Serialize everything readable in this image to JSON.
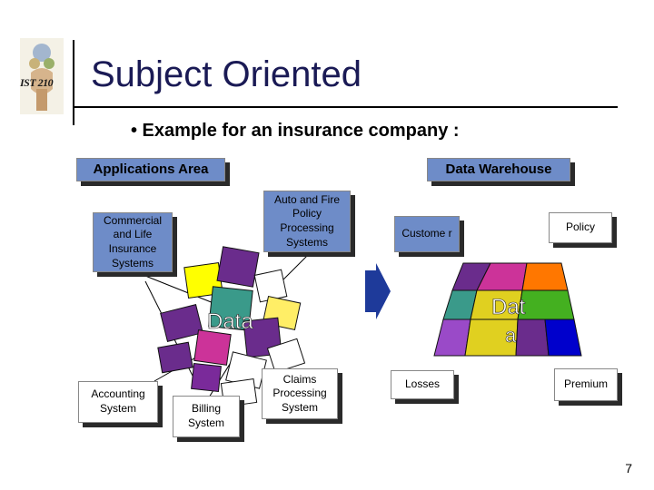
{
  "header": {
    "logo_text": "IST 210",
    "title": "Subject Oriented",
    "subtitle": "• Example for an insurance company :"
  },
  "applications": {
    "area_label": "Applications Area",
    "commercial": "Commercial and Life Insurance Systems",
    "auto_fire": "Auto and Fire Policy Processing Systems",
    "accounting": "Accounting System",
    "billing": "Billing System",
    "claims": "Claims Processing System",
    "data_label": "Data"
  },
  "warehouse": {
    "area_label": "Data Warehouse",
    "customer": "Custome r",
    "policy": "Policy",
    "losses": "Losses",
    "premium": "Premium",
    "data_label_1": "Dat",
    "data_label_2": "a"
  },
  "page_number": "7",
  "colors": {
    "box_blue": "#6e8cc8",
    "title": "#1a1a55",
    "arrow": "#1e3a9a"
  }
}
